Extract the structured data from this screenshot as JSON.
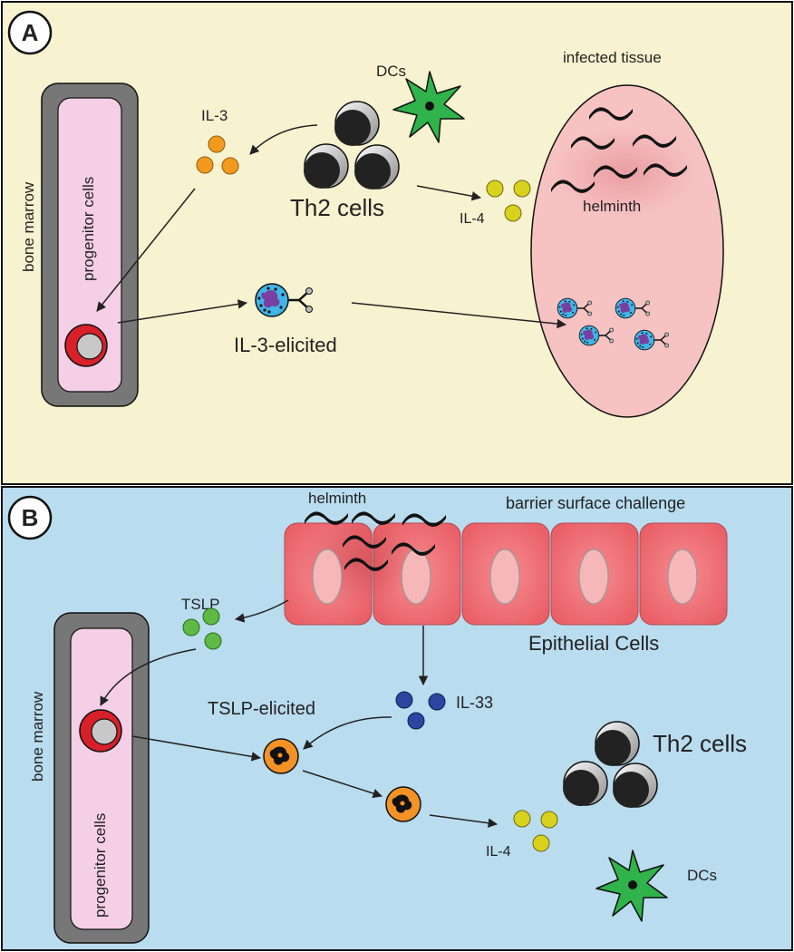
{
  "panel_a": {
    "letter": "A",
    "bone_marrow": "bone marrow",
    "progenitor": "progenitor cells",
    "il3": "IL-3",
    "dcs": "DCs",
    "th2": "Th2 cells",
    "il4": "IL-4",
    "infected_tissue": "infected tissue",
    "helminth": "helminth",
    "elicited": "IL-3-elicited"
  },
  "panel_b": {
    "letter": "B",
    "helminth": "helminth",
    "barrier": "barrier surface challenge",
    "tslp": "TSLP",
    "epithelial": "Epithelial Cells",
    "bone_marrow": "bone marrow",
    "progenitor": "progenitor cells",
    "elicited": "TSLP-elicited",
    "il33": "IL-33",
    "th2": "Th2 cells",
    "il4": "IL-4",
    "dcs": "DCs"
  },
  "colors": {
    "panel_a_bg": "#f7f2cf",
    "panel_b_bg": "#b9dcef",
    "tissue": "#f7c2c2",
    "progenitor_fill": "#f4cfe6",
    "il3_dot": "#f39a1e",
    "il4_dot": "#d8d21e",
    "tslp_dot": "#5fb944",
    "il33_dot": "#2c46a0",
    "dc": "#2fb34a",
    "basophil_orange": "#f39325",
    "epithelial": "#ee6f74"
  }
}
